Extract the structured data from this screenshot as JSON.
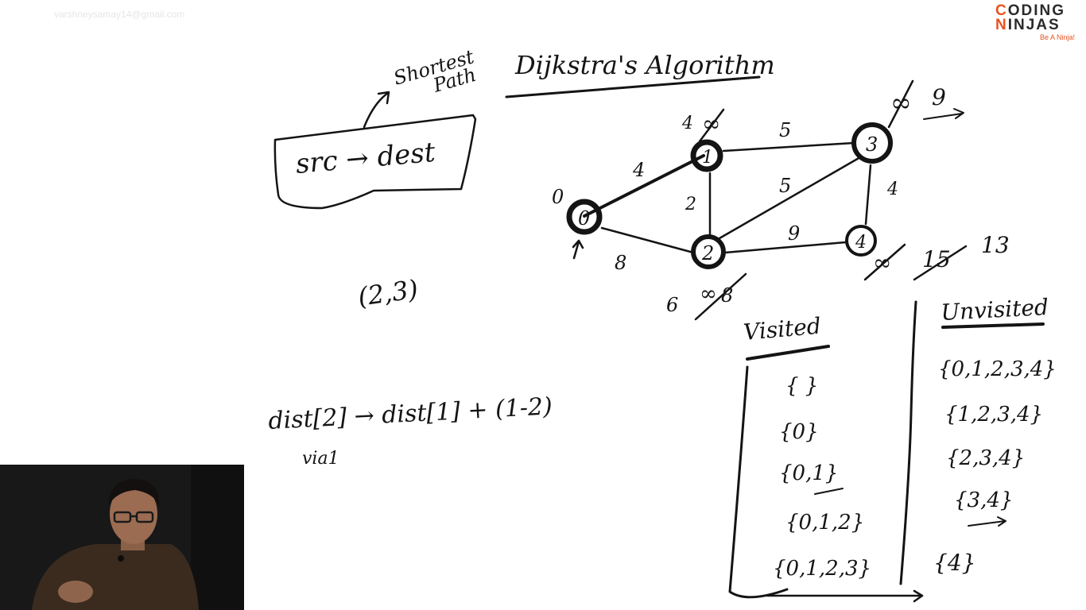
{
  "watermark": "varshneysamay14@gmail.com",
  "logo": {
    "line1_first": "C",
    "line1_rest": "ODING",
    "line2_first": "N",
    "line2_rest": "INJAS",
    "tagline": "Be A Ninja!"
  },
  "title": "Dijkstra's Algorithm",
  "notes": {
    "shortest_path": [
      "Shortest",
      "Path"
    ],
    "box_text": "src → dest",
    "pair": "(2,3)",
    "formula": "dist[2] → dist[1] + (1-2)",
    "via": "via1"
  },
  "graph": {
    "nodes": [
      "0",
      "1",
      "2",
      "3",
      "4"
    ],
    "edge_weights": [
      "4",
      "8",
      "2",
      "5",
      "5",
      "9",
      "4"
    ],
    "distance_marks": {
      "node0": "0",
      "node1": [
        "4",
        "∞"
      ],
      "node2": [
        "6",
        "∞",
        "8"
      ],
      "node3": [
        "∞",
        "9"
      ],
      "node4": [
        "∞",
        "15",
        "13"
      ]
    }
  },
  "visited": {
    "heading": "Visited",
    "rows": [
      "{ }",
      "{0}",
      "{0,1}",
      "{0,1,2}",
      "{0,1,2,3}"
    ]
  },
  "unvisited": {
    "heading": "Unvisited",
    "rows": [
      "{0,1,2,3,4}",
      "{1,2,3,4}",
      "{2,3,4}",
      "{3,4}",
      "{4}"
    ]
  },
  "icons": {
    "webcam": "presenter-video",
    "logo": "coding-ninjas-logo"
  }
}
